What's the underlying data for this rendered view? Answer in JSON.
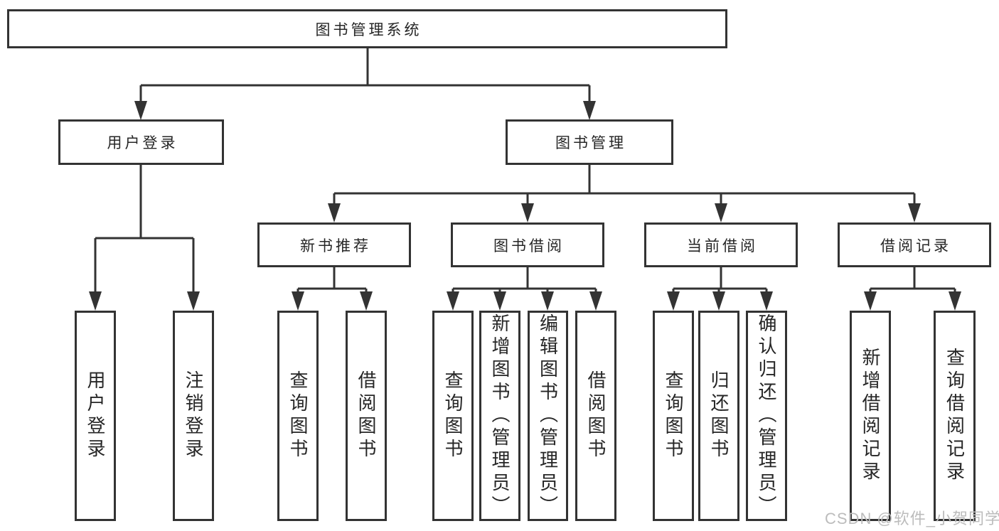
{
  "nodes": {
    "root": {
      "label": "图书管理系统"
    },
    "level2": [
      {
        "label": "用户登录"
      },
      {
        "label": "图书管理"
      }
    ],
    "level3": [
      {
        "label": "新书推荐"
      },
      {
        "label": "图书借阅"
      },
      {
        "label": "当前借阅"
      },
      {
        "label": "借阅记录"
      }
    ],
    "leaves": [
      {
        "label": "用户登录"
      },
      {
        "label": "注销登录"
      },
      {
        "label": "查询图书"
      },
      {
        "label": "借阅图书"
      },
      {
        "label": "查询图书"
      },
      {
        "label": "新增图书（管理员）"
      },
      {
        "label": "编辑图书（管理员）"
      },
      {
        "label": "借阅图书"
      },
      {
        "label": "查询图书"
      },
      {
        "label": "归还图书"
      },
      {
        "label": "确认归还（管理员）"
      },
      {
        "label": "新增借阅记录"
      },
      {
        "label": "查询借阅记录"
      }
    ]
  },
  "colors": {
    "line": "#333333",
    "box_fill": "#ffffff",
    "text": "#262626",
    "watermark": "#bcbcbc"
  },
  "watermark": {
    "text": "CSDN @软件_小贺同学"
  }
}
